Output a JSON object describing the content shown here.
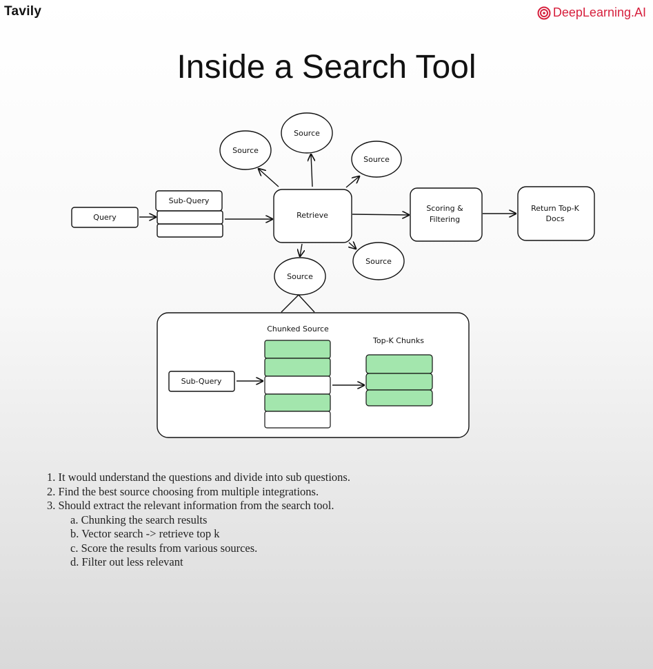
{
  "header": {
    "brand_left": "Tavily",
    "brand_right": "DeepLearning.AI",
    "brand_right_color": "#d61f3c"
  },
  "slide": {
    "title": "Inside a Search Tool"
  },
  "diagram": {
    "query": "Query",
    "sub_query": "Sub-Query",
    "retrieve": "Retrieve",
    "sources": [
      "Source",
      "Source",
      "Source",
      "Source",
      "Source"
    ],
    "scoring_line1": "Scoring &",
    "scoring_line2": "Filtering",
    "return_line1": "Return Top-K",
    "return_line2": "Docs",
    "chunk_panel": {
      "sub_query": "Sub-Query",
      "chunked_source_label": "Chunked Source",
      "chunked_source_fill": [
        "green",
        "green",
        "white",
        "green",
        "white"
      ],
      "top_k_label": "Top-K Chunks",
      "top_k_fill": [
        "green",
        "green",
        "green"
      ],
      "chunk_color": "#a3e6ad"
    }
  },
  "notes": [
    "1. It would understand the questions and divide into sub questions.",
    "2. Find the best source choosing from multiple integrations.",
    "3. Should extract the relevant information from the search tool.",
    "a. Chunking the search results",
    "b. Vector search -> retrieve top k",
    "c. Score the results from various sources.",
    "d. Filter out less relevant"
  ]
}
